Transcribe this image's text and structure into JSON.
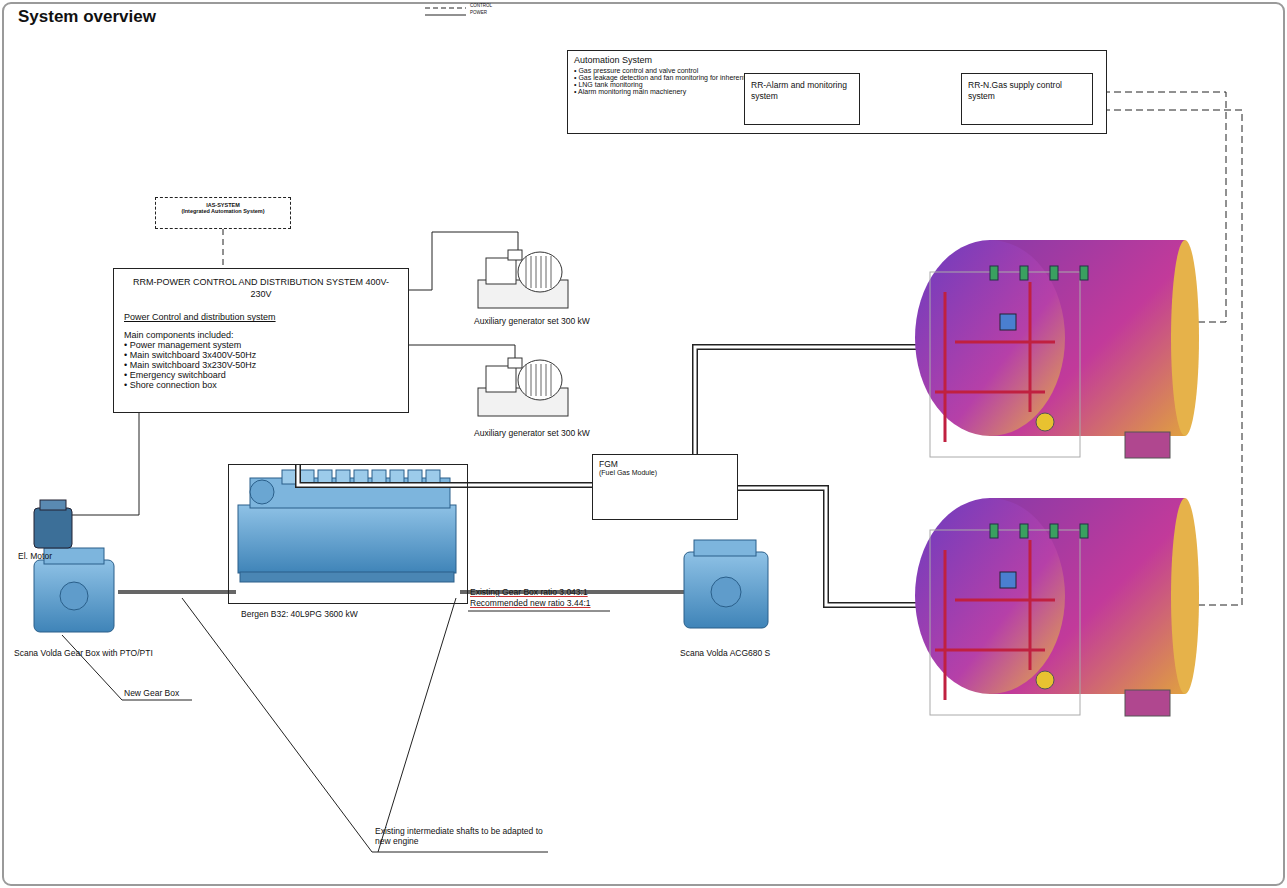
{
  "diagram": {
    "title": "System overview",
    "nodes": [
      {
        "text": [
          "Automation System",
          "• Gas pressure control and valve control",
          "• Gas leakage detection and fan monitoring for inherent safe piping system",
          "• LNG tank monitoring",
          "• Alarm monitoring main machienery"
        ]
      },
      {
        "text": [
          "RR-Alarm and monitoring system"
        ],
        "in": 0
      },
      {
        "text": [
          "RR-N.Gas supply control system"
        ],
        "in": 0
      },
      {
        "text": [
          "IAS-SYSTEM",
          "(Integrated Automation System)"
        ]
      },
      {
        "text": [
          "RRM-POWER CONTROL AND DISTRIBUTION SYSTEM 400V-230V",
          "Power Control and distribution system",
          "Main components included:",
          "• Power management system",
          "• Main switchboard 3x400V-50Hz",
          "• Main switchboard 3x230V-50Hz",
          "• Emergency switchboard",
          "• Shore connection box"
        ]
      },
      {
        "text": [
          "FGM",
          "(Fuel Gas Module)"
        ]
      },
      {
        "text": [
          "Bergen B32: 40L9PG 3600 kW"
        ]
      }
    ],
    "edges": [
      {
        "from": 1,
        "to": 2,
        "arrow": "both"
      },
      {
        "from": 3,
        "to": 4,
        "arrow": "none"
      },
      {
        "from": 5,
        "to": 6,
        "arrow": "none"
      }
    ],
    "labels": [
      "Auxiliary generator set 300 kW",
      "Auxiliary generator set 300 kW",
      "El. Motor",
      "Scana Volda Gear Box with PTO/PTI",
      "Existing Gear Box ratio 3.043:1",
      "Recommended new ratio 3.44:1",
      "Scana Volda ACG680 S",
      "New Gear Box",
      "Existing intermediate shafts to be adapted to new engine"
    ],
    "legend": [
      {
        "text": "CONTROL"
      },
      {
        "text": "POWER"
      }
    ]
  }
}
